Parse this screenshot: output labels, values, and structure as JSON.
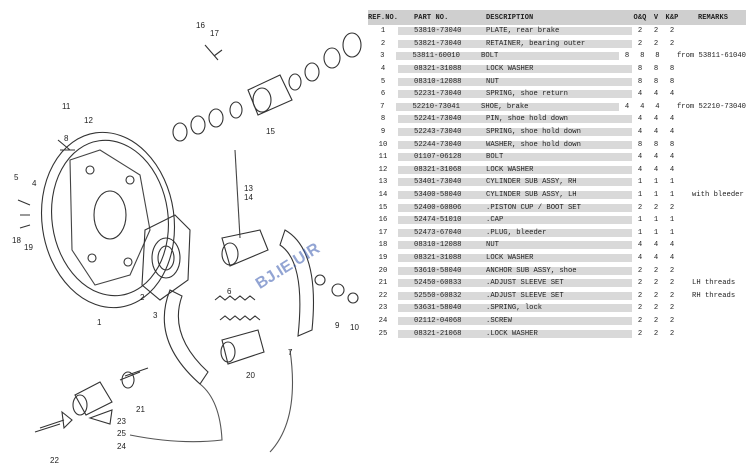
{
  "table": {
    "headers": {
      "ref": "REF.NO.",
      "part": "PART NO.",
      "desc": "DESCRIPTION",
      "q1": "O&Q",
      "q2": "V",
      "q3": "K&P",
      "remarks": "REMARKS"
    },
    "rows": [
      {
        "ref": "1",
        "part": "53810-73040",
        "desc": "PLATE, rear brake",
        "q1": "2",
        "q2": "2",
        "q3": "2",
        "remarks": ""
      },
      {
        "ref": "2",
        "part": "53821-73040",
        "desc": "RETAINER, bearing outer",
        "q1": "2",
        "q2": "2",
        "q3": "2",
        "remarks": ""
      },
      {
        "ref": "3",
        "part": "53811-60010",
        "desc": "BOLT",
        "q1": "8",
        "q2": "8",
        "q3": "8",
        "remarks": "from 53811-61040"
      },
      {
        "ref": "4",
        "part": "08321-31088",
        "desc": "LOCK WASHER",
        "q1": "8",
        "q2": "8",
        "q3": "8",
        "remarks": ""
      },
      {
        "ref": "5",
        "part": "08310-12088",
        "desc": "NUT",
        "q1": "8",
        "q2": "8",
        "q3": "8",
        "remarks": ""
      },
      {
        "ref": "6",
        "part": "52231-73040",
        "desc": "SPRING, shoe return",
        "q1": "4",
        "q2": "4",
        "q3": "4",
        "remarks": ""
      },
      {
        "ref": "7",
        "part": "52210-73041",
        "desc": "SHOE, brake",
        "q1": "4",
        "q2": "4",
        "q3": "4",
        "remarks": "from 52210-73040"
      },
      {
        "ref": "8",
        "part": "52241-73040",
        "desc": "PIN, shoe hold down",
        "q1": "4",
        "q2": "4",
        "q3": "4",
        "remarks": ""
      },
      {
        "ref": "9",
        "part": "52243-73040",
        "desc": "SPRING, shoe hold down",
        "q1": "4",
        "q2": "4",
        "q3": "4",
        "remarks": ""
      },
      {
        "ref": "10",
        "part": "52244-73040",
        "desc": "WASHER, shoe hold down",
        "q1": "8",
        "q2": "8",
        "q3": "8",
        "remarks": ""
      },
      {
        "ref": "11",
        "part": "01107-06128",
        "desc": "BOLT",
        "q1": "4",
        "q2": "4",
        "q3": "4",
        "remarks": ""
      },
      {
        "ref": "12",
        "part": "08321-31068",
        "desc": "LOCK WASHER",
        "q1": "4",
        "q2": "4",
        "q3": "4",
        "remarks": ""
      },
      {
        "ref": "13",
        "part": "53401-73040",
        "desc": "CYLINDER SUB ASSY, RH",
        "q1": "1",
        "q2": "1",
        "q3": "1",
        "remarks": ""
      },
      {
        "ref": "14",
        "part": "53400-58040",
        "desc": "CYLINDER SUB ASSY, LH",
        "q1": "1",
        "q2": "1",
        "q3": "1",
        "remarks": "with bleeder"
      },
      {
        "ref": "15",
        "part": "52400-60806",
        "desc": ".PISTON CUP / BOOT SET",
        "q1": "2",
        "q2": "2",
        "q3": "2",
        "remarks": ""
      },
      {
        "ref": "16",
        "part": "52474-51010",
        "desc": ".CAP",
        "q1": "1",
        "q2": "1",
        "q3": "1",
        "remarks": ""
      },
      {
        "ref": "17",
        "part": "52473-67040",
        "desc": ".PLUG, bleeder",
        "q1": "1",
        "q2": "1",
        "q3": "1",
        "remarks": ""
      },
      {
        "ref": "18",
        "part": "08310-12088",
        "desc": "NUT",
        "q1": "4",
        "q2": "4",
        "q3": "4",
        "remarks": ""
      },
      {
        "ref": "19",
        "part": "08321-31088",
        "desc": "LOCK WASHER",
        "q1": "4",
        "q2": "4",
        "q3": "4",
        "remarks": ""
      },
      {
        "ref": "20",
        "part": "53610-58040",
        "desc": "ANCHOR SUB ASSY, shoe",
        "q1": "2",
        "q2": "2",
        "q3": "2",
        "remarks": ""
      },
      {
        "ref": "21",
        "part": "52450-60833",
        "desc": ".ADJUST SLEEVE SET",
        "q1": "2",
        "q2": "2",
        "q3": "2",
        "remarks": "LH threads"
      },
      {
        "ref": "22",
        "part": "52550-60832",
        "desc": ".ADJUST SLEEVE SET",
        "q1": "2",
        "q2": "2",
        "q3": "2",
        "remarks": "RH threads"
      },
      {
        "ref": "23",
        "part": "53631-58040",
        "desc": ".SPRING, lock",
        "q1": "2",
        "q2": "2",
        "q3": "2",
        "remarks": ""
      },
      {
        "ref": "24",
        "part": "02112-04068",
        "desc": ".SCREW",
        "q1": "2",
        "q2": "2",
        "q3": "2",
        "remarks": ""
      },
      {
        "ref": "25",
        "part": "08321-21068",
        "desc": ".LOCK WASHER",
        "q1": "2",
        "q2": "2",
        "q3": "2",
        "remarks": ""
      }
    ]
  },
  "diagram": {
    "callouts": [
      "1",
      "2",
      "3",
      "4",
      "5",
      "6",
      "7",
      "8",
      "9",
      "10",
      "11",
      "12",
      "13",
      "14",
      "15",
      "16",
      "17",
      "18",
      "19",
      "20",
      "21",
      "22",
      "23",
      "24",
      "25"
    ],
    "watermark": "BJ.IE.UIR"
  }
}
